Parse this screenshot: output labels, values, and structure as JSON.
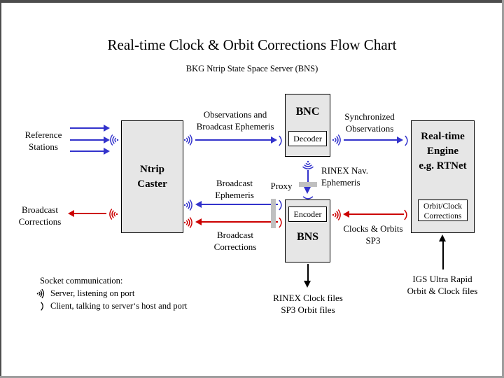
{
  "title": "Real-time Clock & Orbit Corrections Flow Chart",
  "subtitle": "BKG Ntrip State Space Server  (BNS)",
  "colors": {
    "arrow_blue": "#3333cc",
    "arrow_red": "#cc0000",
    "arrow_black": "#000000",
    "node_fill": "#e6e6e6",
    "proxy_bar": "#c0c0c0",
    "frame_dark": "#4d4d4d",
    "frame_light": "#9e9e9e"
  },
  "nodes": {
    "ntrip_caster": {
      "lines": [
        "Ntrip",
        "Caster"
      ]
    },
    "bnc": {
      "title": "BNC",
      "component": "Decoder"
    },
    "bns": {
      "title": "BNS",
      "component": "Encoder"
    },
    "realtime_engine": {
      "lines": [
        "Real-time",
        "Engine",
        "e.g. RTNet"
      ],
      "component_lines": [
        "Orbit/Clock",
        "Corrections"
      ]
    }
  },
  "edge_labels": {
    "reference_stations": [
      "Reference",
      "Stations"
    ],
    "broadcast_corrections_out": [
      "Broadcast",
      "Corrections"
    ],
    "observations_broadcast_ephemeris": [
      "Observations and",
      "Broadcast Ephemeris"
    ],
    "synchronized_observations": [
      "Synchronized",
      "Observations"
    ],
    "rinex_nav_ephemeris": [
      "RINEX Nav.",
      "Ephemeris"
    ],
    "proxy": "Proxy",
    "broadcast_ephemeris": [
      "Broadcast",
      "Ephemeris"
    ],
    "broadcast_corrections_mid": [
      "Broadcast",
      "Corrections"
    ],
    "clocks_orbits_sp3": [
      "Clocks & Orbits",
      "SP3"
    ],
    "rinex_clock_files": [
      "RINEX Clock files",
      "SP3 Orbit files"
    ],
    "igs_ultra_rapid": [
      "IGS Ultra Rapid",
      "Orbit & Clock files"
    ]
  },
  "legend": {
    "title": "Socket communication:",
    "server": "Server, listening on port",
    "client": "Client, talking to server‘s host and port"
  }
}
